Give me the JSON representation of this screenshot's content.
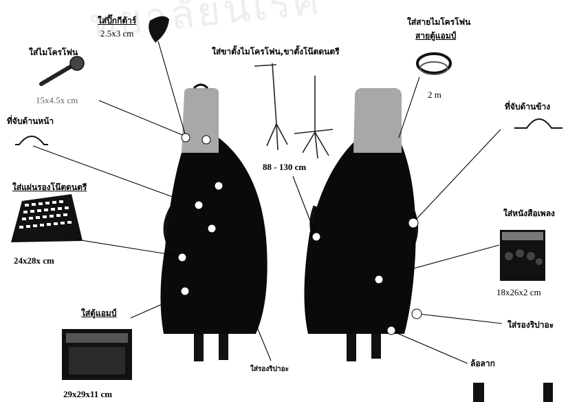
{
  "watermark_text": "ทยาลัยนเรศ",
  "labels": {
    "pick": "ใส่ปิ๊กกีต้าร์",
    "mic": "ใส่ไมโครโฟน",
    "stands": "ใส่ขาตั้งไมโครโฟน,ขาตั้งโน๊ตดนตรี",
    "mic_strap": "ใส่สายไมโครโฟน",
    "amp_strap": "สายตู้แอมป์",
    "back_handle": "ที่จับด้านข้าง",
    "front_handle": "ที่จับด้านหน้า",
    "score_pad": "ใส่แผ่นรองโน๊ตดนตรี",
    "songbook": "ใส่หนังสือเพลง",
    "amp": "ใส่ตู้แอมป์",
    "umbrella_front": "ใส่รองริปาอะ",
    "umbrella_back": "ใส่รองริปาอะ",
    "wheels": "ล้อลาก"
  },
  "dimensions": {
    "pick": "2.5x3 cm",
    "mic": "15x4.5x cm",
    "mic_strap": "2 m",
    "stands": "88 - 130 cm",
    "score_pad": "24x28x cm",
    "songbook": "18x26x2 cm",
    "amp": "29x29x11 cm"
  },
  "colors": {
    "bag_body": "#0a0a0a",
    "bag_top": "#a8a8a8",
    "marker": "#ffffff",
    "line": "#000000"
  }
}
